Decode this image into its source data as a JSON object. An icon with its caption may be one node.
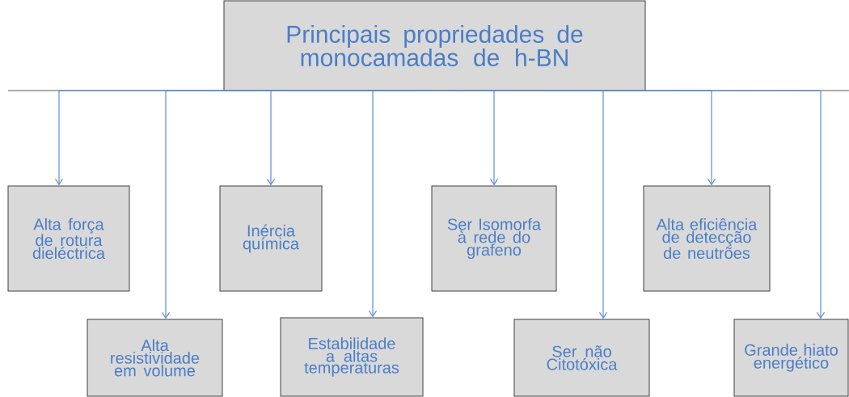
{
  "diagram": {
    "nodes": [
      {
        "text": [
          "Principais propriedades de monocamadas de h-BN"
        ]
      },
      {
        "text": [
          "Alta força de rotura dieléctrica"
        ]
      },
      {
        "text": [
          "Alta resistividade em volume"
        ]
      },
      {
        "text": [
          "Inércia química"
        ]
      },
      {
        "text": [
          "Estabilidade a altas temperaturas"
        ]
      },
      {
        "text": [
          "Ser Isomorfa à rede do grafeno"
        ]
      },
      {
        "text": [
          "Ser não Citotóxica"
        ]
      },
      {
        "text": [
          "Alta eficiência de detecção de neutrões"
        ]
      },
      {
        "text": [
          "Grande hiato energético"
        ]
      }
    ],
    "edges": [
      {
        "from": 0,
        "to": 1,
        "arrow": "to"
      },
      {
        "from": 0,
        "to": 2,
        "arrow": "to"
      },
      {
        "from": 0,
        "to": 3,
        "arrow": "to"
      },
      {
        "from": 0,
        "to": 4,
        "arrow": "to"
      },
      {
        "from": 0,
        "to": 5,
        "arrow": "to"
      },
      {
        "from": 0,
        "to": 6,
        "arrow": "to"
      },
      {
        "from": 0,
        "to": 7,
        "arrow": "to"
      },
      {
        "from": 0,
        "to": 8,
        "arrow": "to"
      }
    ]
  }
}
